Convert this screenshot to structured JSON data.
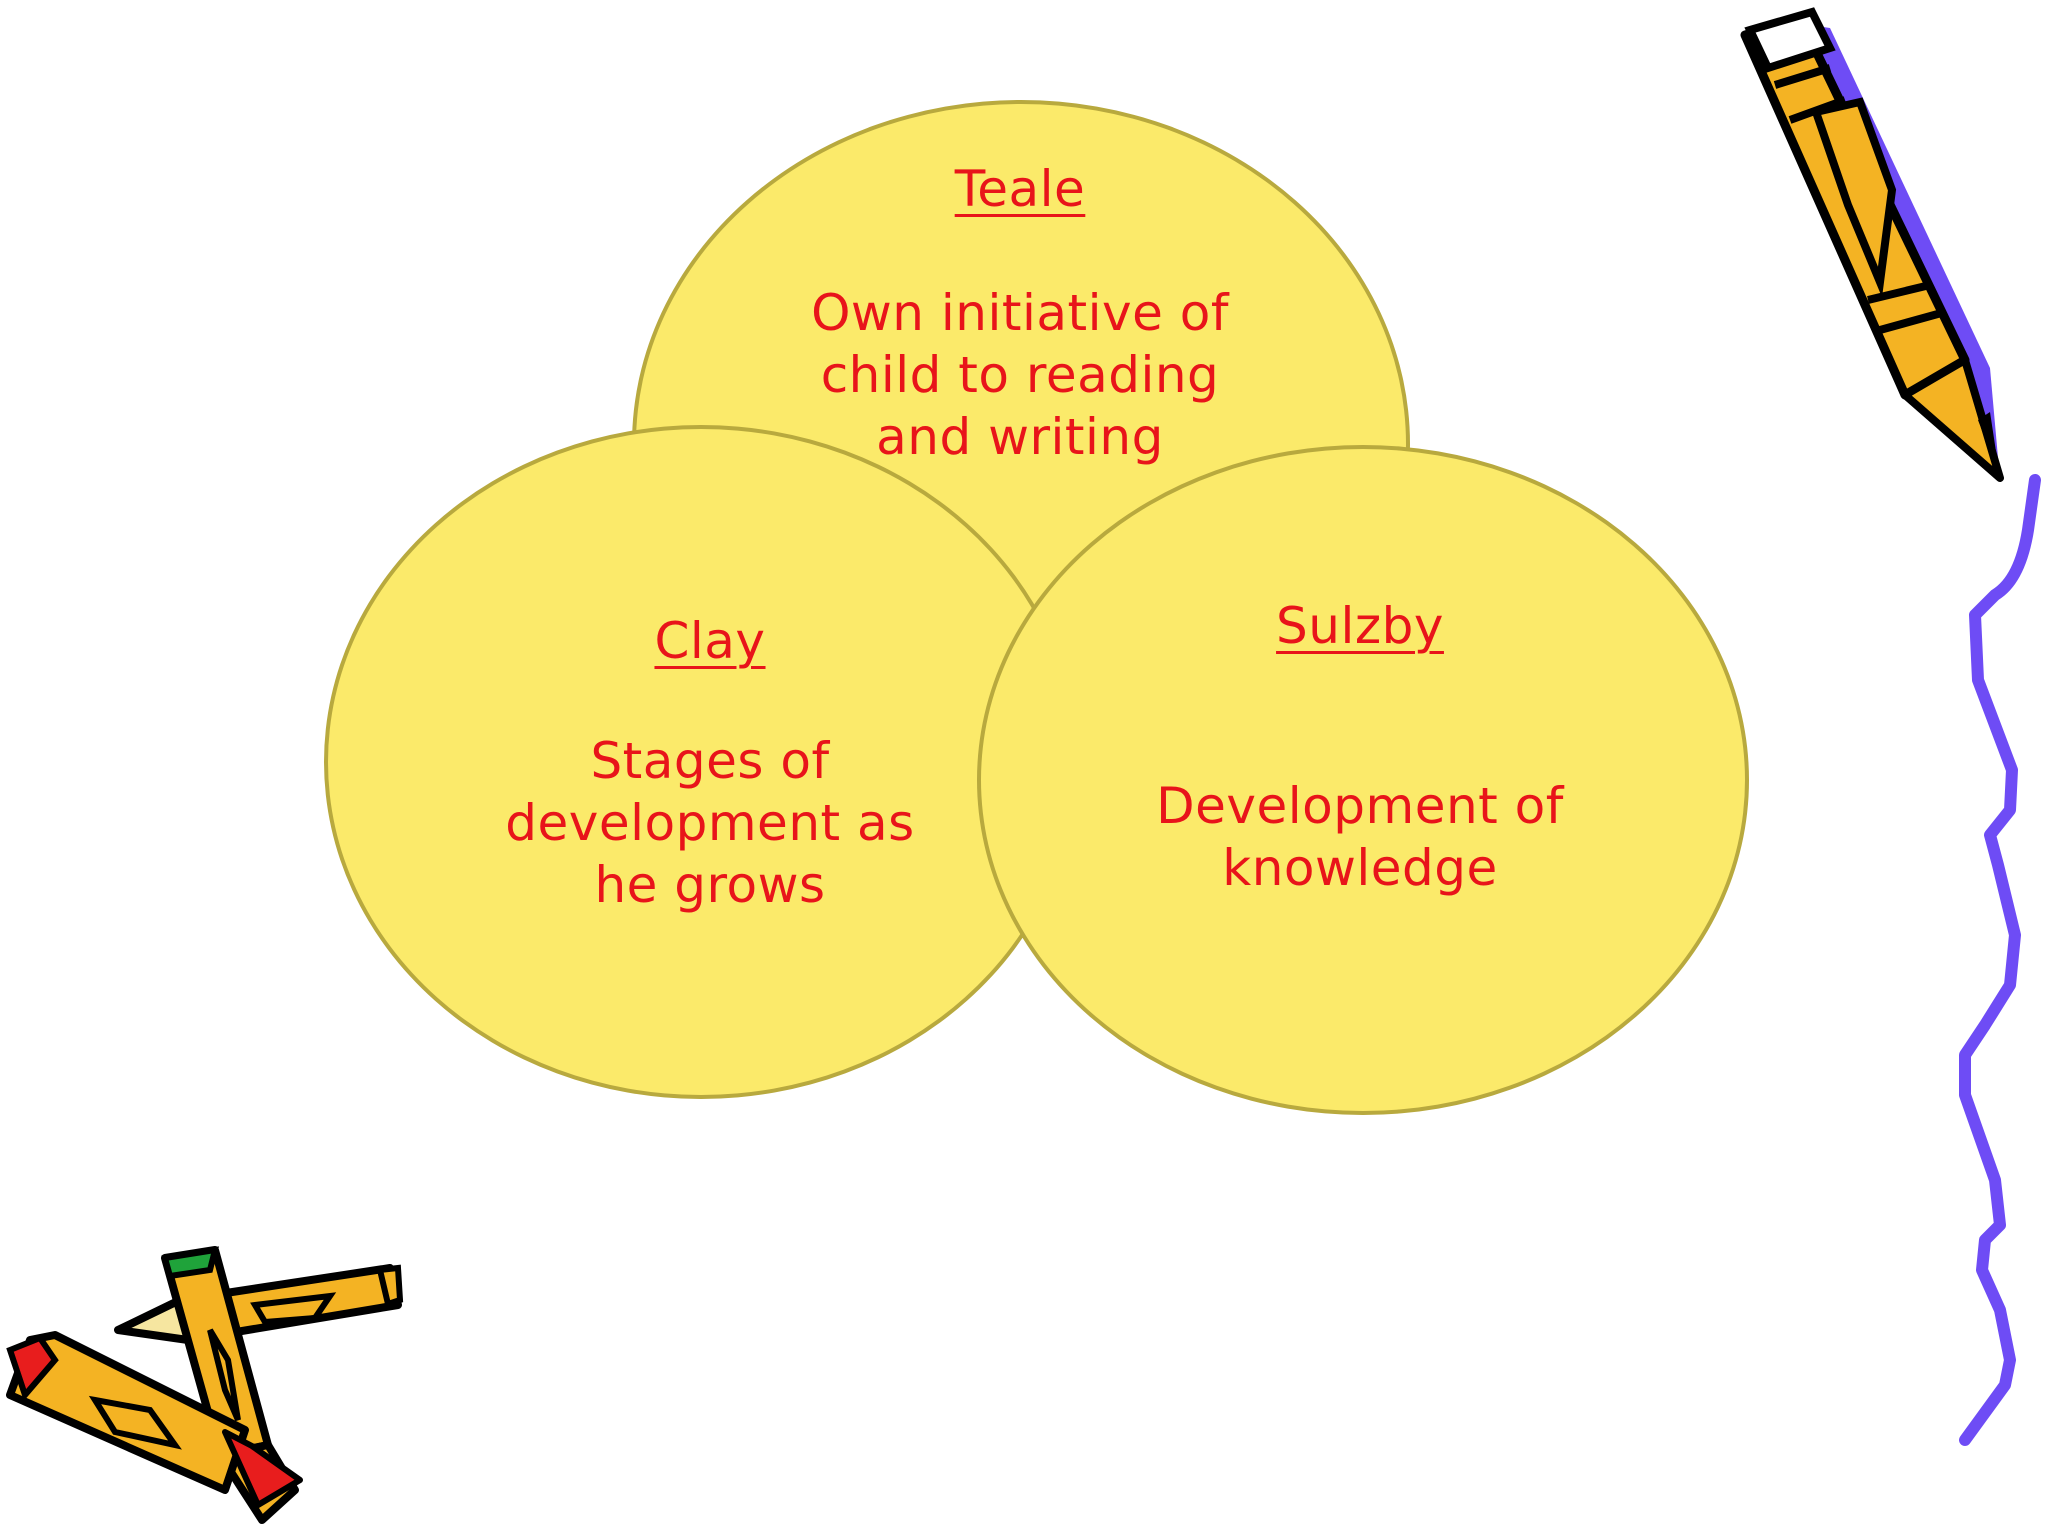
{
  "colors": {
    "circle_fill": "#fbea6a",
    "circle_stroke": "#b8a93e",
    "text": "#e8141a",
    "pencil_body": "#f4b323",
    "pencil_outline": "#000000",
    "eraser_purple": "#6e4cf5",
    "squiggle": "#6e4cf5",
    "tip_red": "#e81d1d",
    "tip_green": "#1fa33a"
  },
  "circles": {
    "teale": {
      "heading": "Teale",
      "body": "Own initiative of child to reading and writing"
    },
    "clay": {
      "heading": "Clay",
      "body": "Stages of development as he grows"
    },
    "sulzby": {
      "heading": "Sulzby",
      "body": "Development of knowledge"
    }
  },
  "decorations": {
    "top_right": "pencil-icon",
    "bottom_left": "crossed-pencils-icon",
    "right_edge": "squiggle-line"
  }
}
